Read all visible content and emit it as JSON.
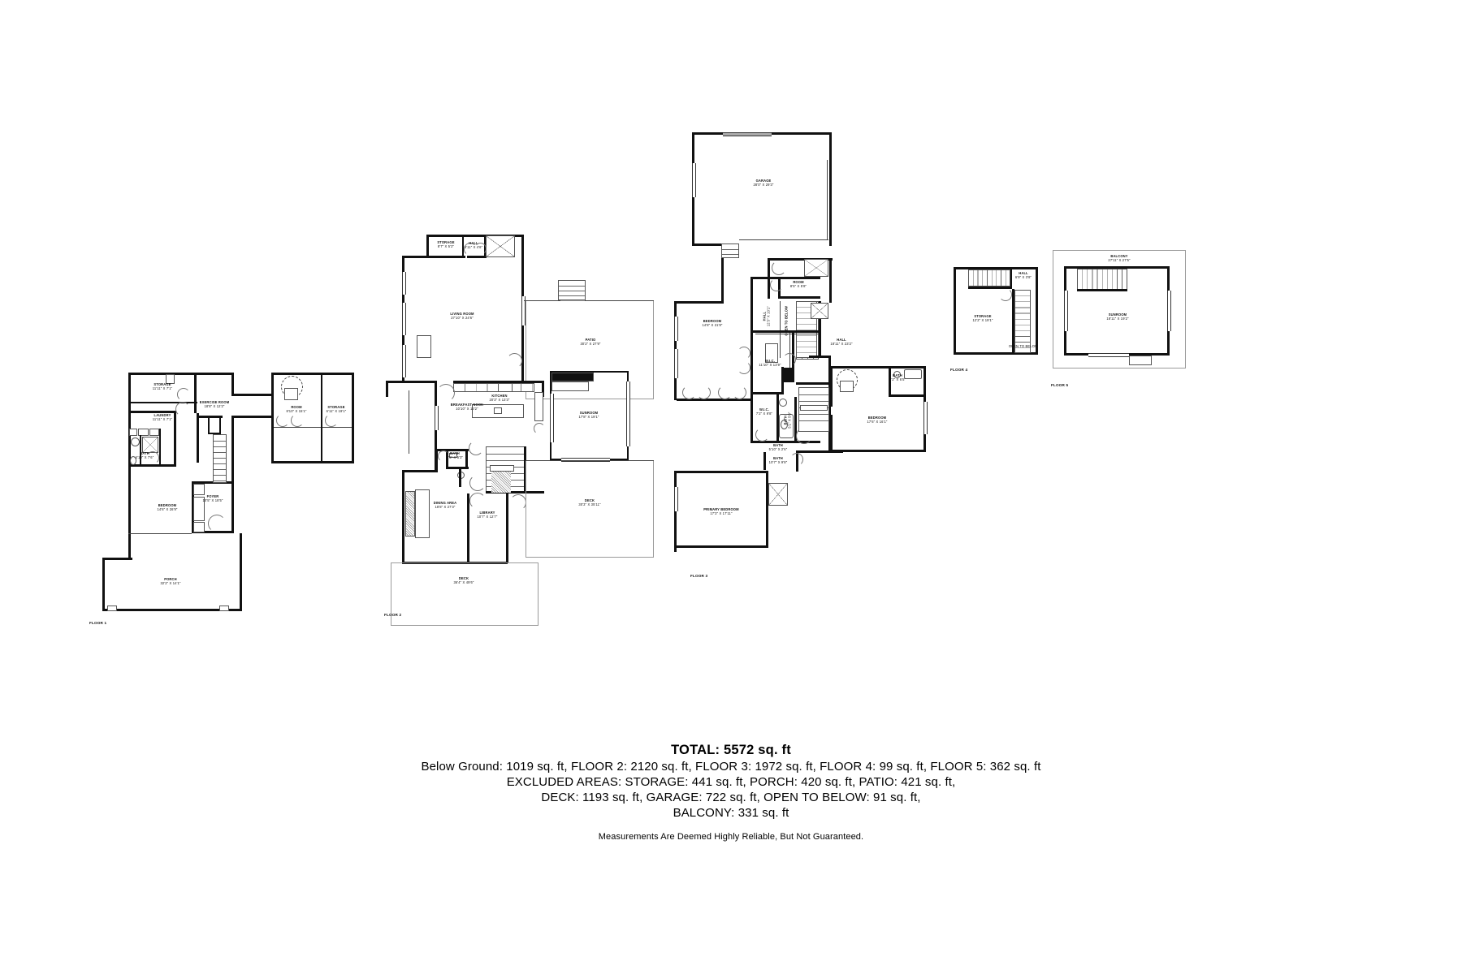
{
  "document": {
    "type": "real-estate-floor-plan",
    "footer": {
      "total": "TOTAL: 5572 sq. ft",
      "line1": "Below Ground: 1019 sq. ft, FLOOR 2: 2120 sq. ft, FLOOR 3: 1972 sq. ft, FLOOR 4: 99 sq. ft, FLOOR 5: 362 sq. ft",
      "line2": "EXCLUDED AREAS: STORAGE: 441 sq. ft, PORCH: 420 sq. ft, PATIO: 421 sq. ft,",
      "line3": "DECK: 1193 sq. ft, GARAGE: 722 sq. ft, OPEN TO BELOW: 91 sq. ft,",
      "line4": "BALCONY: 331 sq. ft",
      "disclaimer": "Measurements Are Deemed Highly Reliable, But Not Guaranteed."
    }
  },
  "floors": {
    "f1": {
      "caption": "FLOOR 1",
      "rooms": {
        "storage": {
          "name": "STORAGE",
          "dims": "11'11\" X 7'1\""
        },
        "laundry": {
          "name": "LAUNDRY",
          "dims": "11'11\" X 7'1\""
        },
        "bath": {
          "name": "BATH",
          "dims": "6'10\" X 7'6\""
        },
        "bedroom": {
          "name": "BEDROOM",
          "dims": "14'6\" X 26'9\""
        },
        "exercise": {
          "name": "EXERCISE ROOM",
          "dims": "18'8\" X 12'2\""
        },
        "foyer": {
          "name": "FOYER",
          "dims": "10'5\" X 18'5\""
        },
        "room": {
          "name": "ROOM",
          "dims": "8'10\" X 15'1\""
        },
        "storage2": {
          "name": "STORAGE",
          "dims": "6'11\" X 19'1\""
        },
        "porch": {
          "name": "PORCH",
          "dims": "32'2\" X 14'1\""
        }
      }
    },
    "f2": {
      "caption": "FLOOR 2",
      "rooms": {
        "storage": {
          "name": "STORAGE",
          "dims": "8'7\" X 5'2\""
        },
        "hall": {
          "name": "HALL",
          "dims": "6'11\" X 4'6\""
        },
        "living": {
          "name": "LIVING ROOM",
          "dims": "27'10\" X 24'6\""
        },
        "patio": {
          "name": "PATIO",
          "dims": "30'2\" X 27'9\""
        },
        "kitchen": {
          "name": "KITCHEN",
          "dims": "20'3\" X 13'3\""
        },
        "breakfast": {
          "name": "BREAKFAST NOOK",
          "dims": "10'10\" X 13'2\""
        },
        "bath": {
          "name": "BATH",
          "dims": "5'5\" X 5'3\""
        },
        "sunroom": {
          "name": "SUNROOM",
          "dims": "17'8\" X 19'1\""
        },
        "dining": {
          "name": "DINING AREA",
          "dims": "18'8\" X 27'3\""
        },
        "library": {
          "name": "LIBRARY",
          "dims": "10'7\" X 12'7\""
        },
        "deck_e": {
          "name": "DECK",
          "dims": "30'3\" X 35'11\""
        },
        "deck_s": {
          "name": "DECK",
          "dims": "36'4\" X 49'6\""
        }
      }
    },
    "f3": {
      "caption": "FLOOR 3",
      "rooms": {
        "garage": {
          "name": "GARAGE",
          "dims": "28'0\" X 29'3\""
        },
        "room": {
          "name": "ROOM",
          "dims": "8'5\" X 5'8\""
        },
        "bedroom": {
          "name": "BEDROOM",
          "dims": "14'8\" X 21'8\""
        },
        "hall_v": {
          "name": "HALL",
          "dims": "12'3\" X 10'1\""
        },
        "open": {
          "name": "OPEN TO BELOW",
          "dims": ""
        },
        "hall": {
          "name": "HALL",
          "dims": "18'11\" X 23'2\""
        },
        "wic1": {
          "name": "W.I.C.",
          "dims": "11'10\" X 13'9\""
        },
        "wic2": {
          "name": "W.I.C.",
          "dims": "7'2\" X 9'8\""
        },
        "bath_s": {
          "name": "BATH",
          "dims": "5'1\" X 5'0\""
        },
        "bath_n": {
          "name": "BATH",
          "dims": "5'10\" X 2'6\""
        },
        "bath_m": {
          "name": "BATH",
          "dims": "10'7\" X 9'8\""
        },
        "primary": {
          "name": "PRIMARY BEDROOM",
          "dims": "17'3\" X 17'11\""
        },
        "bath_e": {
          "name": "BATH",
          "dims": "9'2\" X 6'5\""
        },
        "bedroom2": {
          "name": "BEDROOM",
          "dims": "17'6\" X 16'1\""
        }
      }
    },
    "f4": {
      "caption": "FLOOR 4",
      "rooms": {
        "hall": {
          "name": "HALL",
          "dims": "6'9\" X 3'8\""
        },
        "storage": {
          "name": "STORAGE",
          "dims": "12'2\" X 19'1\""
        },
        "open": {
          "name": "OPEN TO BELOW",
          "dims": ""
        }
      }
    },
    "f5": {
      "caption": "FLOOR 5",
      "rooms": {
        "balcony": {
          "name": "BALCONY",
          "dims": "27'11\" X 27'5\""
        },
        "sunroom": {
          "name": "SUNROOM",
          "dims": "18'11\" X 19'2\""
        }
      }
    }
  },
  "style": {
    "wall_color": "#111111",
    "fixture_color": "#555555",
    "text_color": "#111111",
    "background": "#ffffff"
  }
}
